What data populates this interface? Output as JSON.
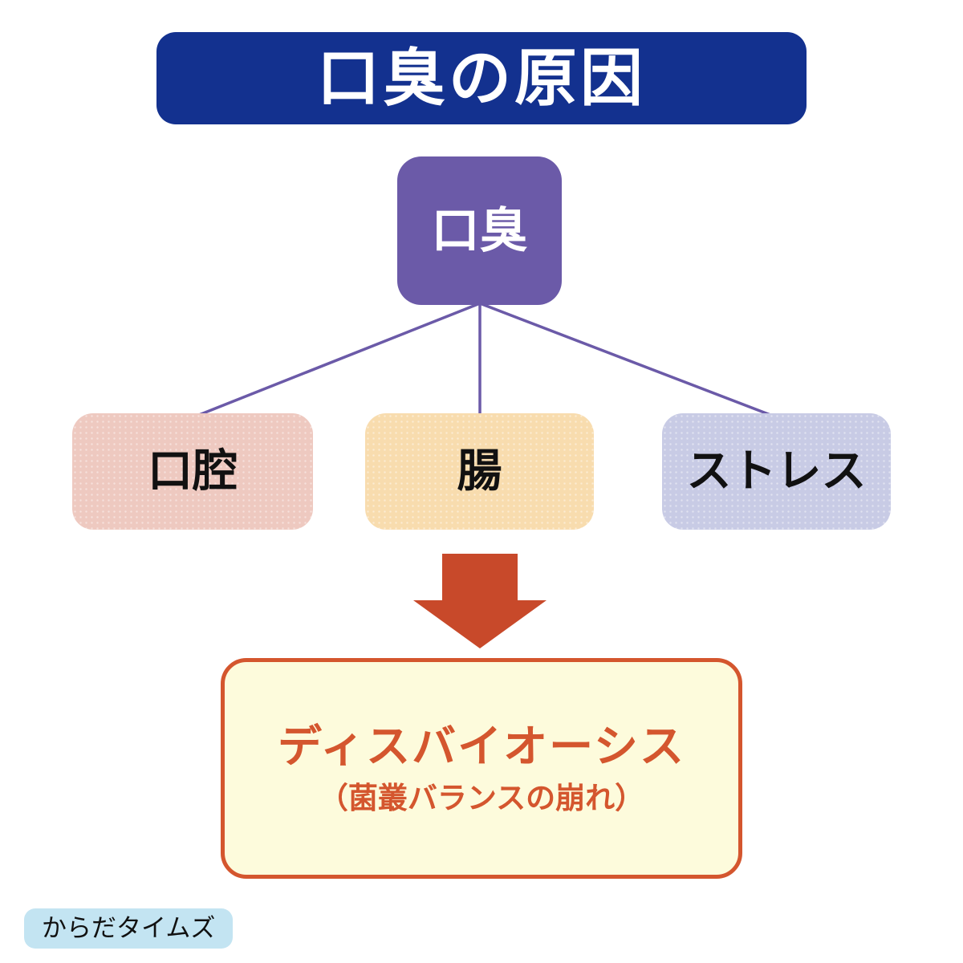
{
  "title": "口臭の原因",
  "root_node": "口臭",
  "cause_nodes": [
    {
      "label": "口腔"
    },
    {
      "label": "腸"
    },
    {
      "label": "ストレス"
    }
  ],
  "result_box": {
    "line1": "ディスバイオーシス",
    "line2": "（菌叢バランスの崩れ）"
  },
  "badge": "からだタイムズ",
  "colors": {
    "title_bg": "#13318f",
    "root_bg": "#6b5aa8",
    "cause_oral_bg": "#eec9c0",
    "cause_gut_bg": "#f8dcae",
    "cause_stress_bg": "#c8cbe5",
    "connector": "#6b5aa8",
    "arrow": "#c8492a",
    "result_bg": "#fdfbdc",
    "result_border": "#d4562e",
    "result_text": "#d4562e",
    "badge_bg": "#c3e4f2"
  }
}
